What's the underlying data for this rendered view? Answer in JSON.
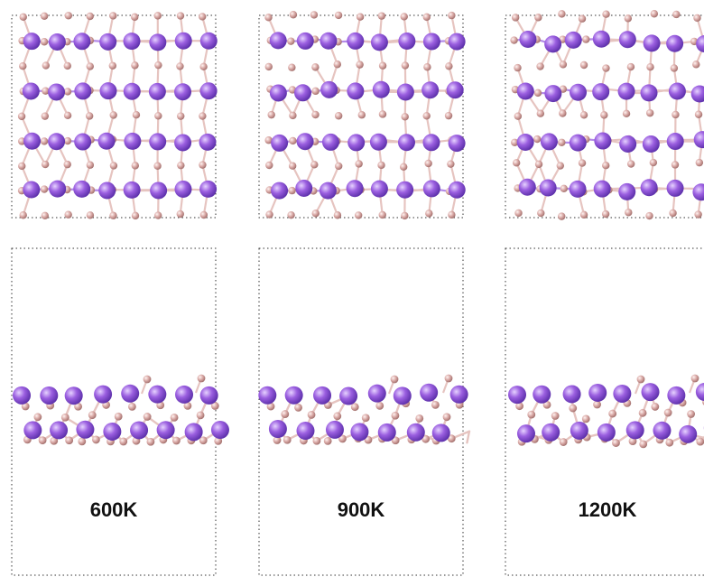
{
  "panels": [
    {
      "label": "600K",
      "color_a": "#9b5fe0",
      "color_b": "#d9a9a6"
    },
    {
      "label": "900K",
      "color_a": "#9b5fe0",
      "color_b": "#c9b3ad"
    },
    {
      "label": "1200K",
      "color_a": "#9b5fe0",
      "color_b": "#dca3a2"
    }
  ],
  "atom_color": "#9b5fe0",
  "small_atom_color": "#d9a9a6",
  "bond_color_a": "#b48be8",
  "bond_color_b": "#e6c4c0"
}
